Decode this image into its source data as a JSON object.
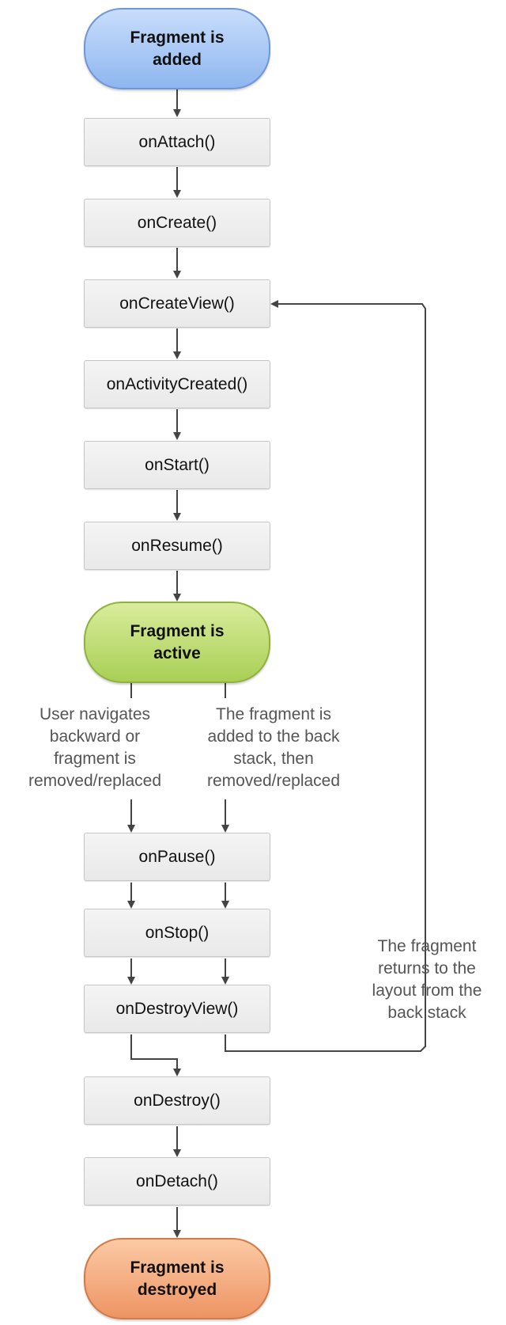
{
  "states": {
    "added": [
      "Fragment is",
      "added"
    ],
    "active": [
      "Fragment is",
      "active"
    ],
    "destroyed": [
      "Fragment is",
      "destroyed"
    ]
  },
  "methods": {
    "onAttach": "onAttach()",
    "onCreate": "onCreate()",
    "onCreateView": "onCreateView()",
    "onActivityCreated": "onActivityCreated()",
    "onStart": "onStart()",
    "onResume": "onResume()",
    "onPause": "onPause()",
    "onStop": "onStop()",
    "onDestroyView": "onDestroyView()",
    "onDestroy": "onDestroy()",
    "onDetach": "onDetach()"
  },
  "notes": {
    "user_navigates": [
      "User navigates",
      "backward or",
      "fragment is",
      "removed/replaced"
    ],
    "back_stack": [
      "The fragment is",
      "added to the back",
      "stack, then",
      "removed/replaced"
    ],
    "returns": [
      "The fragment",
      "returns to the",
      "layout from the",
      "back stack"
    ]
  },
  "colors": {
    "added": "#8fb6f0",
    "active": "#a9cf55",
    "destroyed": "#ee9463",
    "method_box": "#eeeeee",
    "connector": "#444444"
  }
}
